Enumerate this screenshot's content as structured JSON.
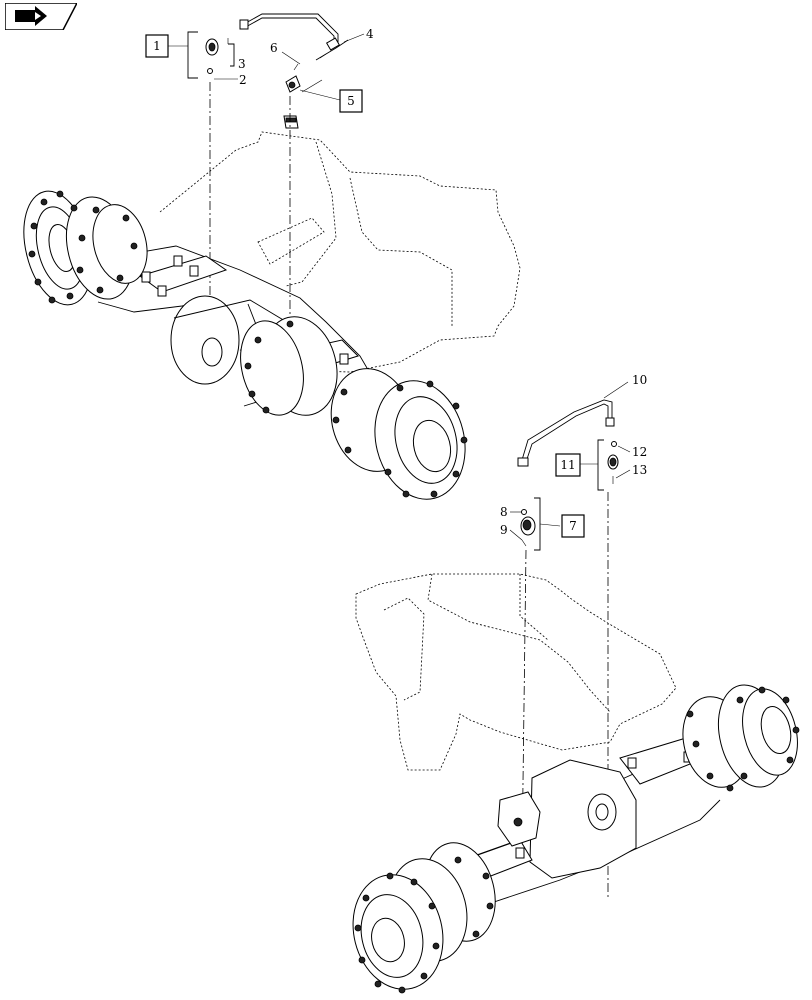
{
  "nav": {
    "icon": "arrow-right-icon"
  },
  "callouts_boxed": [
    "1",
    "5",
    "11",
    "7"
  ],
  "callouts_plain": [
    "2",
    "3",
    "4",
    "6",
    "8",
    "9",
    "10",
    "12",
    "13"
  ],
  "colors": {
    "ink": "#000000",
    "paper": "#ffffff"
  }
}
